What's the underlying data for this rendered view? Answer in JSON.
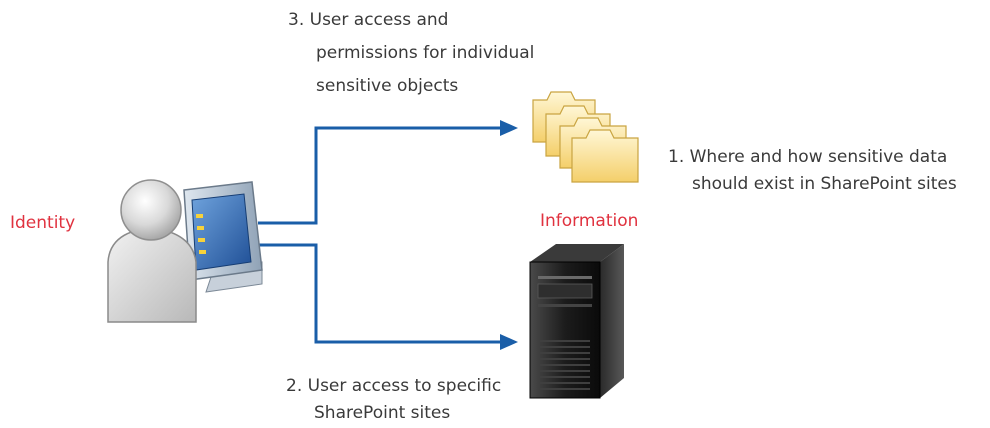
{
  "labels": {
    "identity": "Identity",
    "information": "Information",
    "note_3": {
      "line1": "3. User access and",
      "line2": "permissions for individual",
      "line3": "sensitive objects"
    },
    "note_1": {
      "line1": "1. Where and how sensitive data",
      "line2": "should exist in SharePoint sites"
    },
    "note_2": {
      "line1": "2. User access to specific",
      "line2": "SharePoint sites"
    }
  },
  "icons": {
    "user": "user-at-computer-icon",
    "files": "stacked-folders-icon",
    "server": "server-tower-icon"
  },
  "colors": {
    "arrow": "#1a5ea8",
    "heading": "#e0323f",
    "text": "#3a3a3a"
  }
}
